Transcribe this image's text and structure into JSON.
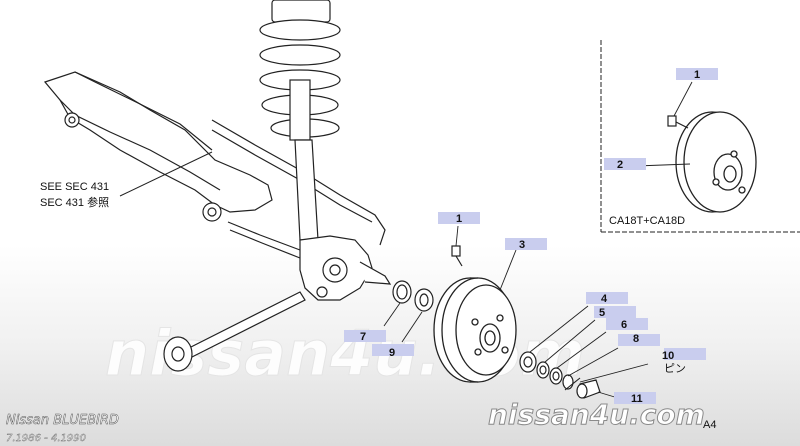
{
  "diagram": {
    "see_ref_line1": "SEE SEC 431",
    "see_ref_line2": "SEC 431 参照",
    "inset_caption": "CA18T+CA18D",
    "page_code": "A4",
    "callouts": [
      {
        "id": "inset-1",
        "label": "1"
      },
      {
        "id": "inset-2",
        "label": "2"
      },
      {
        "id": "main-1",
        "label": "1"
      },
      {
        "id": "main-3",
        "label": "3"
      },
      {
        "id": "main-4",
        "label": "4"
      },
      {
        "id": "main-5",
        "label": "5"
      },
      {
        "id": "main-6",
        "label": "6"
      },
      {
        "id": "main-7",
        "label": "7"
      },
      {
        "id": "main-8",
        "label": "8"
      },
      {
        "id": "main-9",
        "label": "9"
      },
      {
        "id": "main-10",
        "label": "10"
      },
      {
        "id": "main-11",
        "label": "11"
      }
    ],
    "part10_sub": "ピン",
    "callout_color": "#c9cdee"
  },
  "watermark": {
    "center_text": "nissan4u.com",
    "right_text": "nissan4u.com",
    "model_name": "Nissan BLUEBIRD",
    "date_range": "7.1986 - 4.1990"
  }
}
